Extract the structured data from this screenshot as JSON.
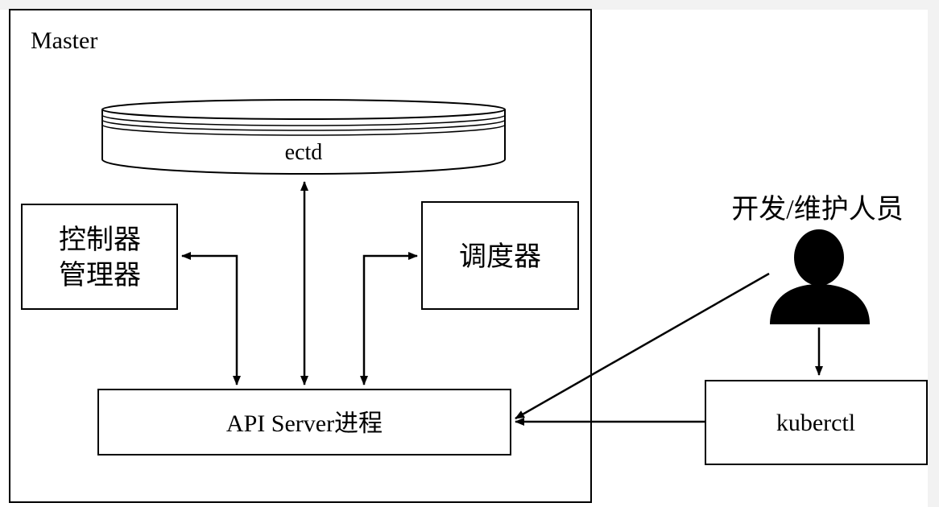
{
  "master": {
    "label": "Master"
  },
  "etcd": {
    "label": "ectd"
  },
  "controller_manager": {
    "line1": "控制器",
    "line2": "管理器"
  },
  "scheduler": {
    "label": "调度器"
  },
  "api_server": {
    "label": "API Server进程"
  },
  "developer": {
    "label": "开发/维护人员"
  },
  "kubectl": {
    "label": "kuberctl"
  },
  "colors": {
    "stroke": "#000000",
    "background": "#ffffff",
    "page_edge": "#f2f2f2"
  },
  "icons": {
    "developer": "person-icon",
    "etcd": "database-cylinder-icon"
  }
}
